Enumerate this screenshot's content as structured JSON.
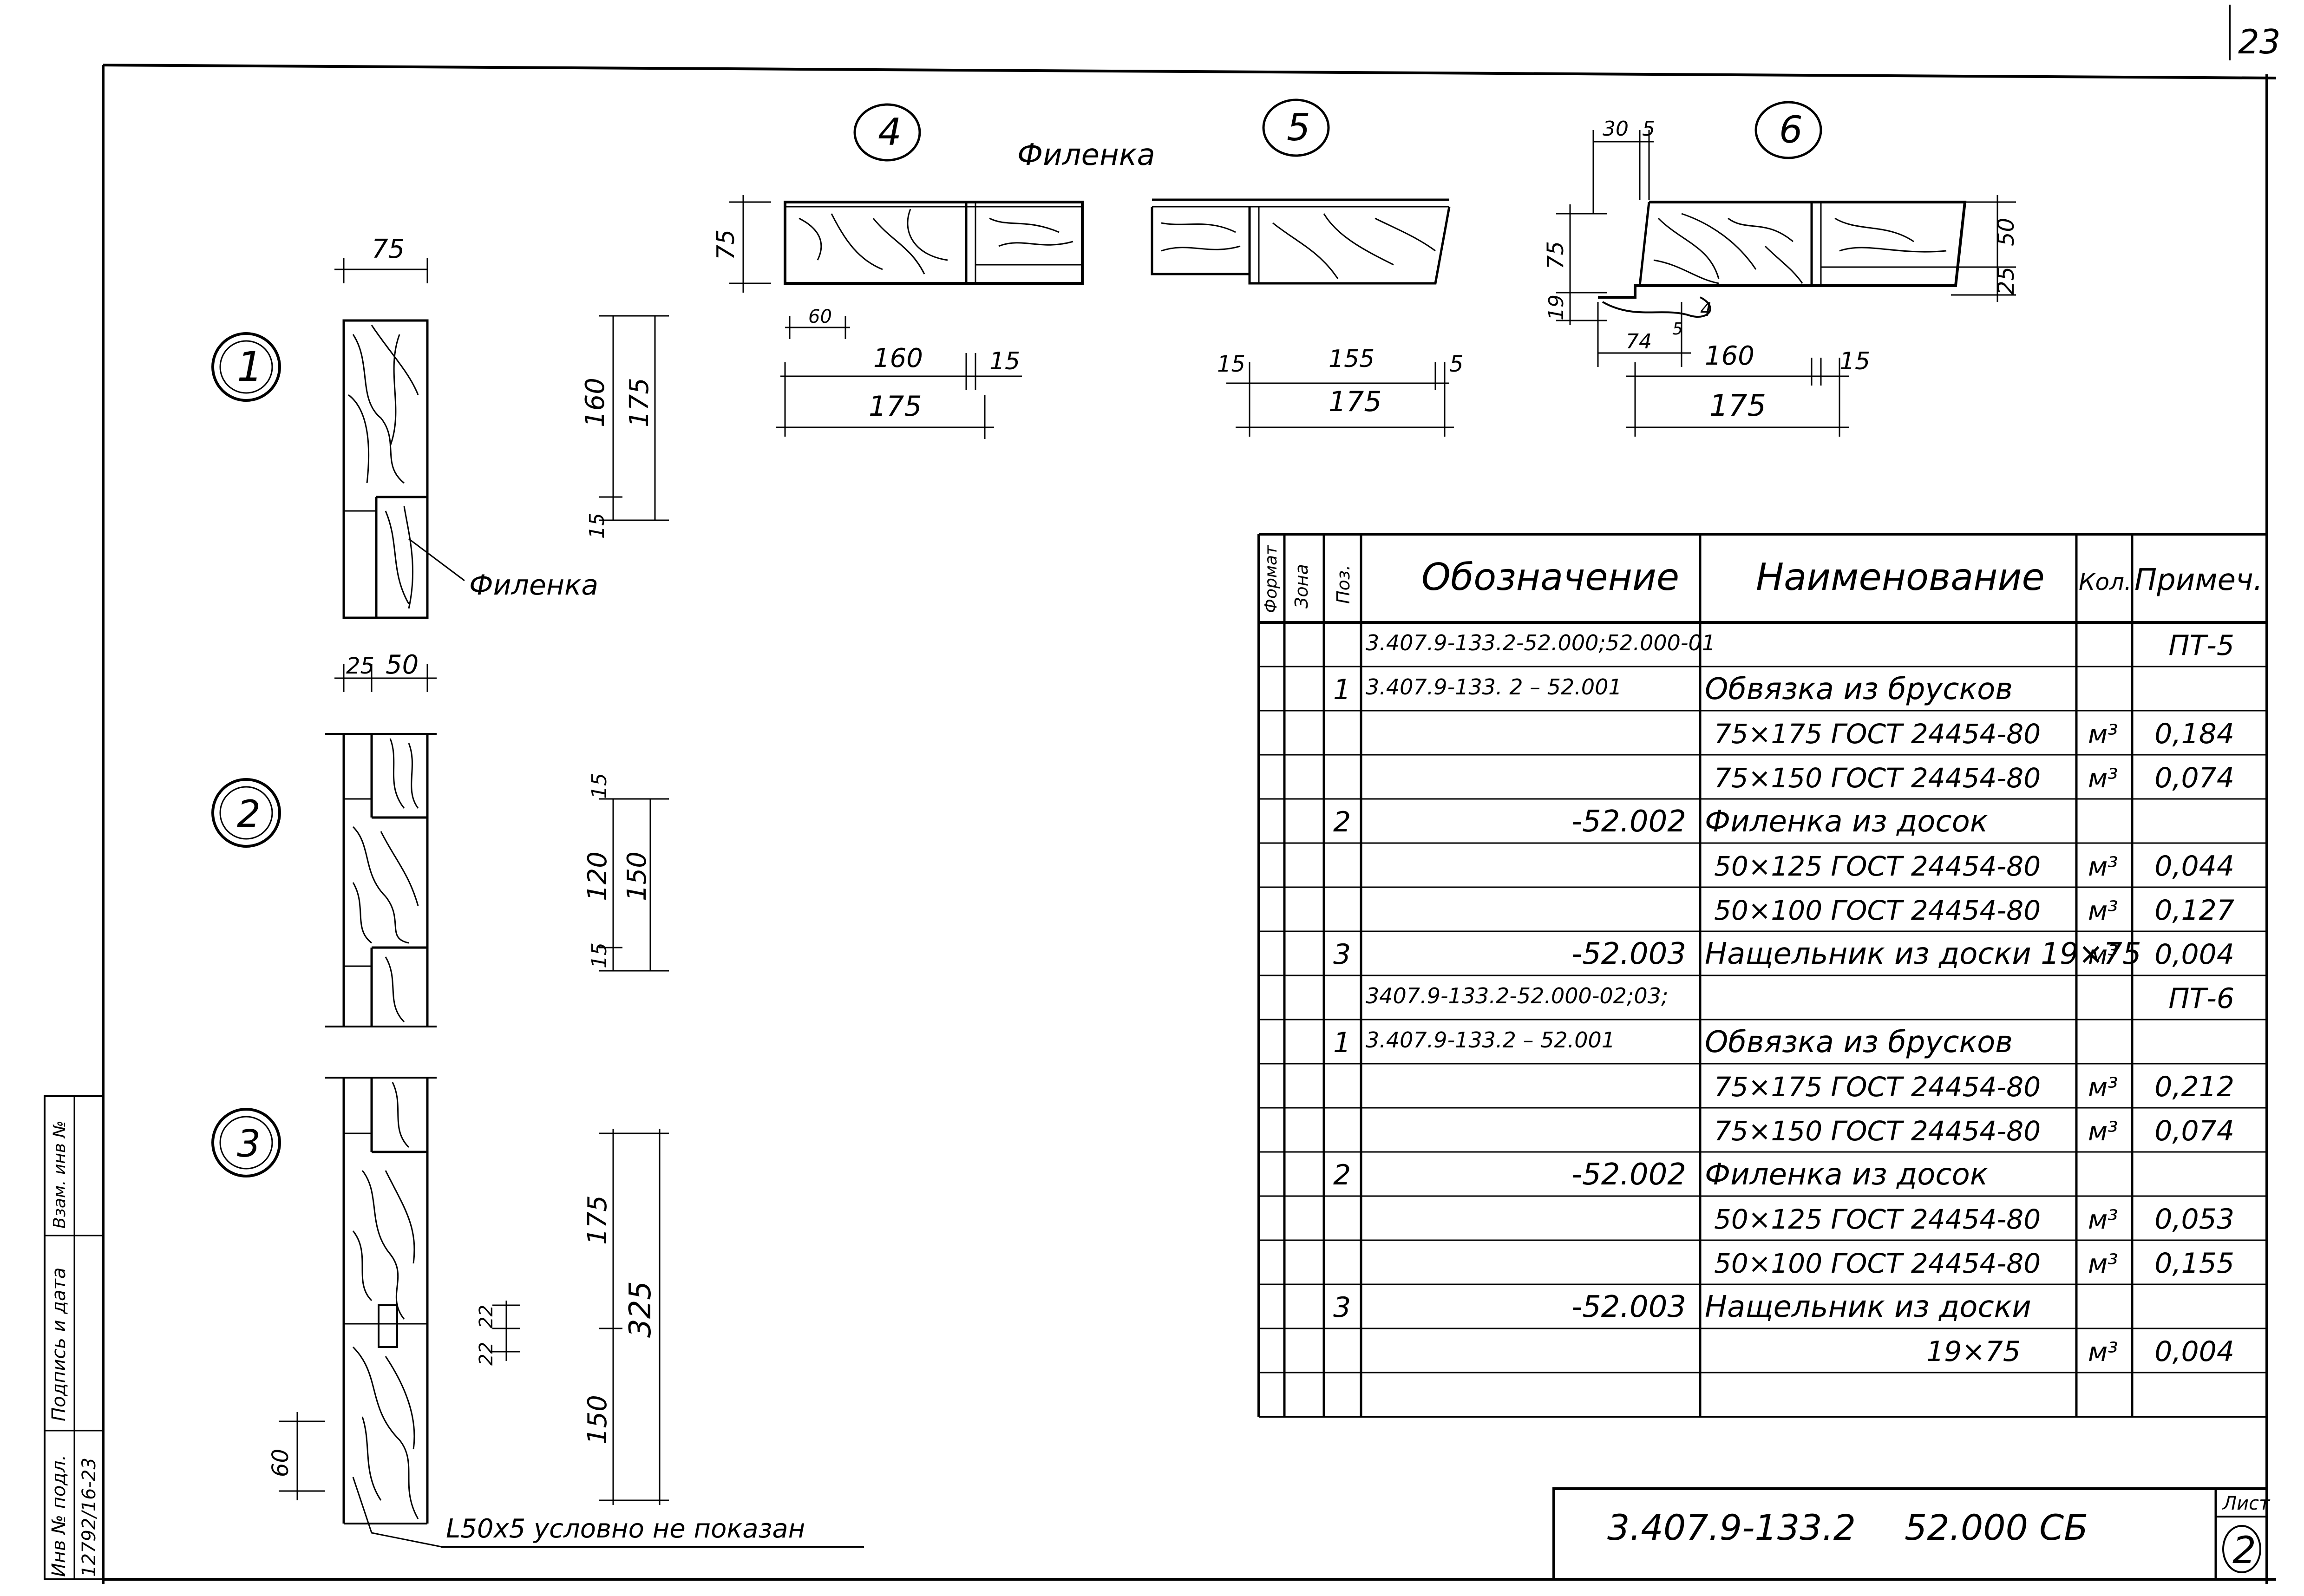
{
  "sheet": {
    "page_corner_number": "23",
    "code": "3.407.9-133.2",
    "doc": "52.000 СБ",
    "list_label": "Лист",
    "list_number": "2"
  },
  "margin": {
    "inv": "Инв № подл.",
    "inv_value": "12792/16-23",
    "sign": "Подпись и дата",
    "replace": "Взам. инв №"
  },
  "views": [
    {
      "num": "1",
      "label": "Филенка",
      "d_width": "75",
      "d_a": "160",
      "d_b": "15",
      "d_total": "175"
    },
    {
      "num": "2",
      "d_a": "25",
      "d_b": "50",
      "d_c": "15",
      "d_d": "120",
      "d_e": "15",
      "d_total": "150"
    },
    {
      "num": "3",
      "d_a": "175",
      "d_b": "150",
      "d_total": "325",
      "d_c": "22",
      "d_d": "22",
      "d_e": "60",
      "note": "L50x5 условно не показан"
    }
  ],
  "sections": {
    "title": "Филенка",
    "s4": {
      "num": "4",
      "h": "75",
      "d60": "60",
      "a": "160",
      "b": "15",
      "total": "175"
    },
    "s5": {
      "num": "5",
      "a": "15",
      "b": "155",
      "c": "5",
      "total": "175"
    },
    "s6": {
      "num": "6",
      "t30": "30",
      "t5": "5",
      "h75": "75",
      "h19": "19",
      "d74": "74",
      "d5": "5",
      "d4": "4",
      "r50": "50",
      "r25": "25",
      "a": "160",
      "b": "15",
      "total": "175"
    }
  },
  "table": {
    "headers": {
      "format": "Формат",
      "zone": "Зона",
      "pos": "Поз.",
      "designation": "Обозначение",
      "name": "Наименование",
      "qty": "Кол.",
      "note": "Примеч."
    },
    "rows": [
      {
        "pos": "",
        "des": "3.407.9-133.2-52.000;52.000-01",
        "name": "",
        "qty": "",
        "note": "ПТ-5"
      },
      {
        "pos": "1",
        "des": "3.407.9-133. 2 – 52.001",
        "name": "Обвязка из брусков",
        "qty": "",
        "note": ""
      },
      {
        "pos": "",
        "des": "",
        "name": "75×175 ГОСТ 24454-80",
        "qty": "м³",
        "note": "0,184"
      },
      {
        "pos": "",
        "des": "",
        "name": "75×150 ГОСТ 24454-80",
        "qty": "м³",
        "note": "0,074"
      },
      {
        "pos": "2",
        "des": "-52.002",
        "name": "Филенка из досок",
        "qty": "",
        "note": ""
      },
      {
        "pos": "",
        "des": "",
        "name": "50×125 ГОСТ 24454-80",
        "qty": "м³",
        "note": "0,044"
      },
      {
        "pos": "",
        "des": "",
        "name": "50×100 ГОСТ 24454-80",
        "qty": "м³",
        "note": "0,127"
      },
      {
        "pos": "3",
        "des": "-52.003",
        "name": "Нащельник из доски 19×75",
        "qty": "м³",
        "note": "0,004"
      },
      {
        "pos": "",
        "des": "3407.9-133.2-52.000-02;03;",
        "name": "",
        "qty": "",
        "note": "ПТ-6"
      },
      {
        "pos": "1",
        "des": "3.407.9-133.2 – 52.001",
        "name": "Обвязка из брусков",
        "qty": "",
        "note": ""
      },
      {
        "pos": "",
        "des": "",
        "name": "75×175 ГОСТ 24454-80",
        "qty": "м³",
        "note": "0,212"
      },
      {
        "pos": "",
        "des": "",
        "name": "75×150 ГОСТ 24454-80",
        "qty": "м³",
        "note": "0,074"
      },
      {
        "pos": "2",
        "des": "-52.002",
        "name": "Филенка из досок",
        "qty": "",
        "note": ""
      },
      {
        "pos": "",
        "des": "",
        "name": "50×125 ГОСТ 24454-80",
        "qty": "м³",
        "note": "0,053"
      },
      {
        "pos": "",
        "des": "",
        "name": "50×100 ГОСТ 24454-80",
        "qty": "м³",
        "note": "0,155"
      },
      {
        "pos": "3",
        "des": "-52.003",
        "name": "Нащельник из доски",
        "qty": "",
        "note": ""
      },
      {
        "pos": "",
        "des": "",
        "name": "19×75",
        "qty": "м³",
        "note": "0,004"
      },
      {
        "pos": "",
        "des": "",
        "name": "",
        "qty": "",
        "note": ""
      }
    ]
  }
}
